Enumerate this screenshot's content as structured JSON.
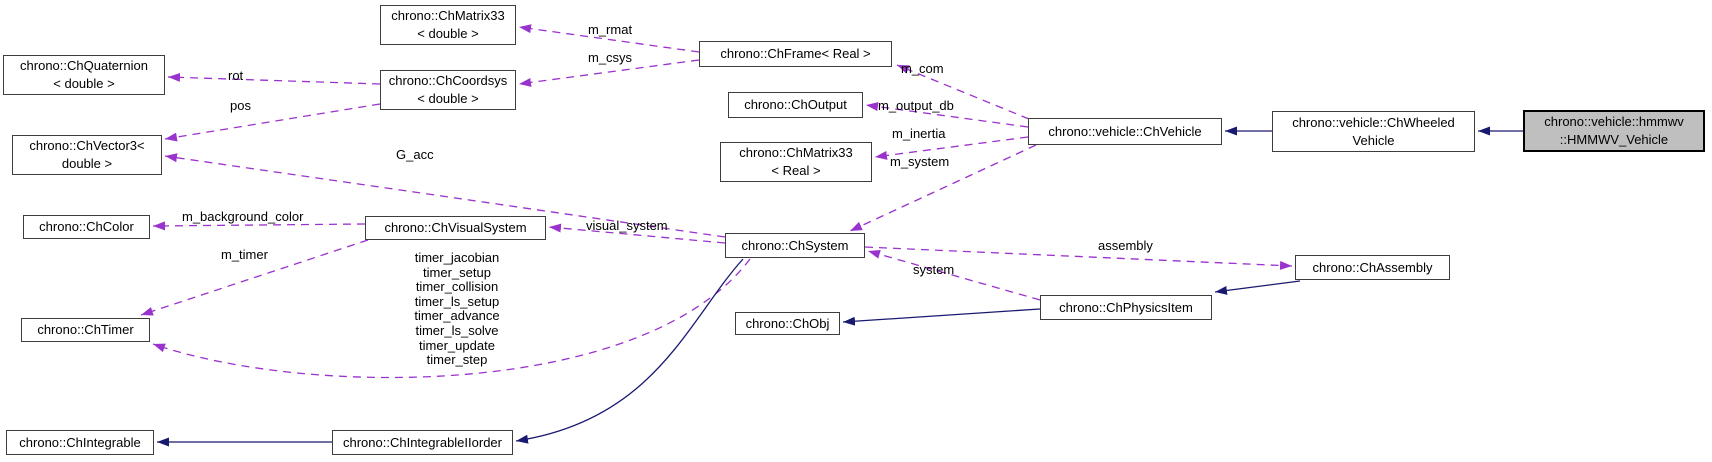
{
  "diagram": {
    "nodes": {
      "matrix33_double": {
        "label": "chrono::ChMatrix33\n< double >"
      },
      "quaternion_double": {
        "label": "chrono::ChQuaternion\n< double >"
      },
      "coordsys_double": {
        "label": "chrono::ChCoordsys\n< double >"
      },
      "frame_real": {
        "label": "chrono::ChFrame< Real >"
      },
      "vector3_double": {
        "label": "chrono::ChVector3<\ndouble >"
      },
      "output": {
        "label": "chrono::ChOutput"
      },
      "matrix33_real": {
        "label": "chrono::ChMatrix33\n< Real >"
      },
      "vehicle": {
        "label": "chrono::vehicle::ChVehicle"
      },
      "wheeled_vehicle": {
        "label": "chrono::vehicle::ChWheeled\nVehicle"
      },
      "hmmwv_vehicle": {
        "label": "chrono::vehicle::hmmwv\n::HMMWV_Vehicle"
      },
      "color": {
        "label": "chrono::ChColor"
      },
      "visual_system": {
        "label": "chrono::ChVisualSystem"
      },
      "system": {
        "label": "chrono::ChSystem"
      },
      "assembly": {
        "label": "chrono::ChAssembly"
      },
      "physics_item": {
        "label": "chrono::ChPhysicsItem"
      },
      "obj": {
        "label": "chrono::ChObj"
      },
      "timer": {
        "label": "chrono::ChTimer"
      },
      "integrable": {
        "label": "chrono::ChIntegrable"
      },
      "integrable_iiorder": {
        "label": "chrono::ChIntegrableIIorder"
      }
    },
    "edge_labels": {
      "m_rmat": "m_rmat",
      "m_csys": "m_csys",
      "rot": "rot",
      "pos": "pos",
      "g_acc": "G_acc",
      "m_com": "m_com",
      "m_output_db": "m_output_db",
      "m_inertia": "m_inertia",
      "m_system": "m_system",
      "system": "system",
      "visual_system": "visual_system",
      "m_background_color": "m_background_color",
      "m_timer": "m_timer",
      "assembly": "assembly",
      "timer_group": "timer_jacobian\ntimer_setup\ntimer_collision\ntimer_ls_setup\ntimer_advance\ntimer_ls_solve\ntimer_update\ntimer_step"
    },
    "colors": {
      "dashed_edge": "#9a32cd",
      "solid_edge": "#191970",
      "node_border": "#3d3d3d",
      "highlight_fill": "#bfbfbf"
    }
  }
}
